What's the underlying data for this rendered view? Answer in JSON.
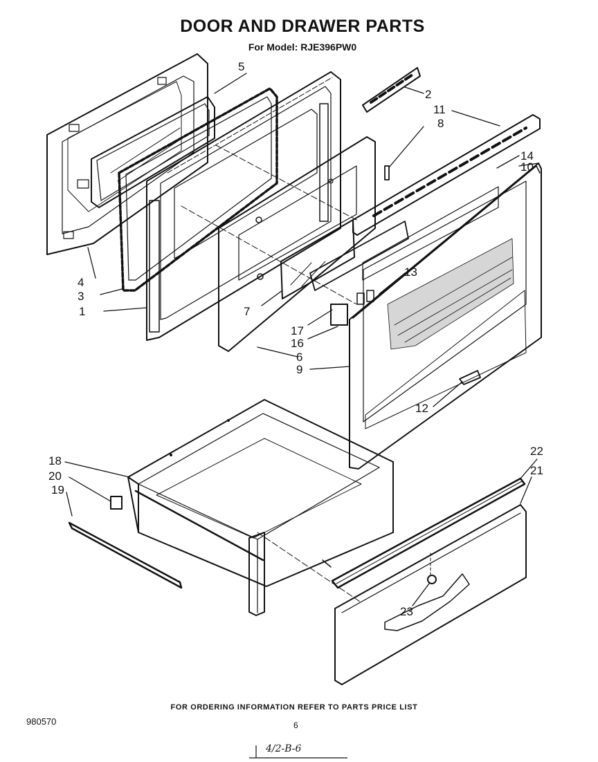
{
  "header": {
    "title": "DOOR AND DRAWER PARTS",
    "subtitle": "For Model: RJE396PW0"
  },
  "callouts": [
    {
      "id": "c1",
      "label": "1"
    },
    {
      "id": "c2",
      "label": "2"
    },
    {
      "id": "c3",
      "label": "3"
    },
    {
      "id": "c4",
      "label": "4"
    },
    {
      "id": "c5",
      "label": "5"
    },
    {
      "id": "c6",
      "label": "6"
    },
    {
      "id": "c7",
      "label": "7"
    },
    {
      "id": "c8",
      "label": "8"
    },
    {
      "id": "c9",
      "label": "9"
    },
    {
      "id": "c10",
      "label": "10"
    },
    {
      "id": "c11",
      "label": "11"
    },
    {
      "id": "c12",
      "label": "12"
    },
    {
      "id": "c13",
      "label": "13"
    },
    {
      "id": "c14",
      "label": "14"
    },
    {
      "id": "c16",
      "label": "16"
    },
    {
      "id": "c17",
      "label": "17"
    },
    {
      "id": "c18",
      "label": "18"
    },
    {
      "id": "c19",
      "label": "19"
    },
    {
      "id": "c20",
      "label": "20"
    },
    {
      "id": "c21",
      "label": "21"
    },
    {
      "id": "c22",
      "label": "22"
    },
    {
      "id": "c23",
      "label": "23"
    }
  ],
  "footer": {
    "note": "FOR ORDERING INFORMATION REFER TO PARTS PRICE LIST",
    "doc_number": "980570",
    "page_number": "6",
    "handwritten": "4/2-B-6"
  }
}
